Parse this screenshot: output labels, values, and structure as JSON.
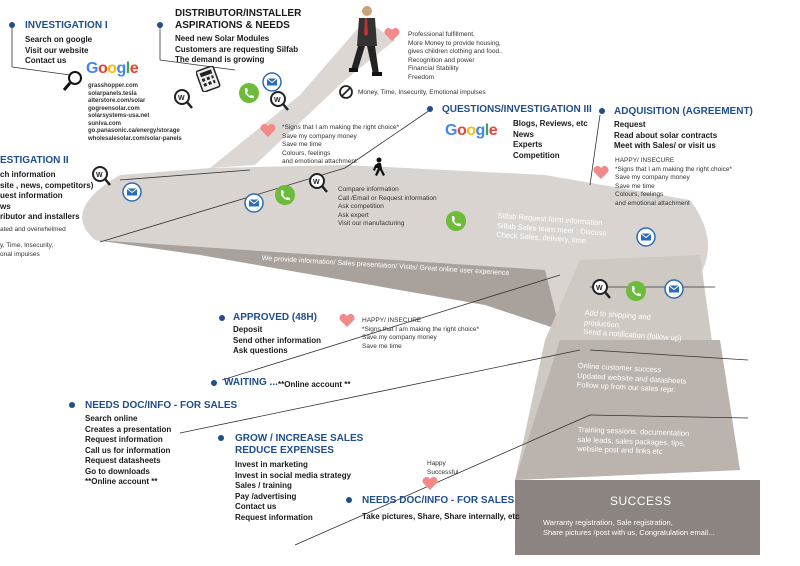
{
  "stages": {
    "investigation_1": {
      "title": "INVESTIGATION I",
      "items": [
        "Search on google",
        "Visit our website",
        "Contact us"
      ]
    },
    "distributor": {
      "title_line1": "DISTRIBUTOR/INSTALLER",
      "title_line2": "ASPIRATIONS & NEEDS",
      "items": [
        "Need new Solar Modules",
        "Customers are requesting Silfab",
        "The demand is growing"
      ]
    },
    "investigation_2": {
      "title": "ESTIGATION II",
      "items": [
        "ch information",
        "site , news, competitors)",
        "uest information",
        "ws",
        "ributor and installers"
      ],
      "feeling1": "ated and overwhelmed",
      "feeling2": "y, Time, Insecurity,",
      "feeling3": "onal impulses"
    },
    "questions_3": {
      "title": "QUESTIONS/INVESTIGATION III",
      "items": [
        "Blogs, Reviews, etc",
        "News",
        "Experts",
        "Competition"
      ]
    },
    "adquisition": {
      "title": "ADQUISITION (AGREEMENT)",
      "items": [
        "Request",
        "Read about solar contracts",
        "Meet with Sales/ or visit us"
      ]
    },
    "approved": {
      "title": "APPROVED (48H)",
      "items": [
        "Deposit",
        "Send other information",
        "Ask questions"
      ]
    },
    "waiting": {
      "title": "WAITING ...",
      "note": "**Online account **"
    },
    "needs_doc_1": {
      "title": "NEEDS DOC/INFO - FOR SALES",
      "items": [
        "Search online",
        "Creates a presentation",
        "Request information",
        "Call us for information",
        "Request datasheets",
        "Go to downloads",
        "**Online account **"
      ]
    },
    "grow": {
      "title_line1": "GROW / INCREASE SALES",
      "title_line2": "REDUCE  EXPENSES",
      "items": [
        "Invest in marketing",
        "Invest in social media strategy",
        "Sales / training",
        "Pay /advertising",
        "Contact us",
        "Request information"
      ]
    },
    "needs_doc_2": {
      "title": "NEEDS DOC/INFO - FOR SALES",
      "items": [
        "Take pictures, Share, Share internally, etc"
      ]
    }
  },
  "google_label": "Google",
  "websites": [
    "grasshopper.com",
    "solarpanels.tesla",
    "alterstore.com/solar",
    "gogreensolar.com",
    "solarsystems-usa.net",
    "suniva.com",
    "go.panasonic.ca/energy/storage",
    "wholesalesolar.com/solar-panels"
  ],
  "feelings": {
    "top_heart": [
      "Professional fulfillment,",
      "More Money  to provide housing,",
      "   gives children clothing and food..",
      "Recognition and power",
      "Financial Stability",
      "Freedom"
    ],
    "top_pain": "Money, Time, Insecurity, Emotional impulses",
    "signs_1": [
      "*Signs that I am making the right choice*",
      "Save my company money",
      "Save me time",
      "Colours, feelings",
      "and emotional attachment"
    ],
    "compare": [
      "Compare information",
      "Call /Email or Request information",
      "Ask competition",
      "Ask expert",
      "Visit our manufacturing"
    ],
    "happy_right": [
      "HAPPY/ INSECURE",
      "*Signs that I am making the right choice*",
      "Save my company money",
      "Save me time",
      "Colours, feelings",
      "and emotional attachment"
    ],
    "happy_approved": [
      "HAPPY/ INSECURE",
      "*Signs that I am making the right choice*",
      "Save my company money",
      "Save me time"
    ],
    "happy_successful": [
      "Happy",
      "Successful"
    ]
  },
  "band_texts": {
    "main_band": "We provide information/ Sales presentation/ Visits/ Great online user experience",
    "silfab": [
      "Silfab Request form information",
      "Silfab Sales team meet : Discuss",
      "Check Sales, delivery, time."
    ],
    "shipping": [
      "Add to shipping and",
      "production.",
      "Send a notification (follow up)"
    ],
    "online_success": [
      "Online customer success",
      "Updated website and  datasheets",
      "Follow up from our sales repr."
    ],
    "training": [
      "Training sessions, documentation",
      "sale leads, sales packages, tips,",
      "website post and links.etc"
    ],
    "success_title": "SUCCESS",
    "success_detail": [
      "Warranty registration, Sale registration,",
      "Share pictures /post with us,  Congratulation email..."
    ]
  },
  "colors": {
    "band_light": "#d9d4d0",
    "band_mid": "#b3aca7",
    "band_dark": "#8c8480",
    "accent_blue": "#1f4e8c",
    "green": "#6dbb3a",
    "heart": "#f28a8a"
  }
}
